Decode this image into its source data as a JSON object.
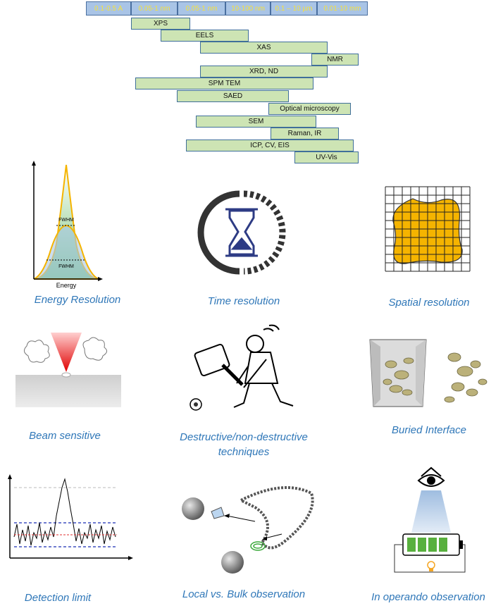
{
  "scale": [
    "0.1-0.5 A",
    "0.05-1 nm",
    "0.05-1 nm",
    "10-100 nm",
    "0.1 – 10 µm",
    "0.01-10 mm"
  ],
  "techniques": [
    {
      "label": "XPS"
    },
    {
      "label": "EELS"
    },
    {
      "label": "XAS"
    },
    {
      "label": "NMR"
    },
    {
      "label": "XRD, ND"
    },
    {
      "label": "SPM TEM"
    },
    {
      "label": "SAED"
    },
    {
      "label": "Optical microscopy"
    },
    {
      "label": "SEM"
    },
    {
      "label": "Raman, IR"
    },
    {
      "label": "ICP, CV, EIS"
    },
    {
      "label": "UV-Vis"
    }
  ],
  "panels": {
    "energy": {
      "caption": "Energy Resolution",
      "axis_label": "Energy",
      "fwhm_label": "FWHM"
    },
    "time": {
      "caption": "Time resolution"
    },
    "spatial": {
      "caption": "Spatial resolution"
    },
    "beam": {
      "caption": "Beam sensitive"
    },
    "destructive": {
      "caption": "Destructive/non-destructive techniques"
    },
    "buried": {
      "caption": "Buried Interface"
    },
    "detection": {
      "caption": "Detection limit"
    },
    "local": {
      "caption": "Local vs. Bulk observation"
    },
    "operando": {
      "caption": "In operando observation"
    }
  },
  "colors": {
    "caption": "#2f77b8",
    "scale_fill": "#a9c4e6",
    "scale_text": "#f7e13a",
    "bar_fill": "#cde4b4",
    "bar_border": "#3f6f9a",
    "highlight_orange": "#f5b400"
  }
}
